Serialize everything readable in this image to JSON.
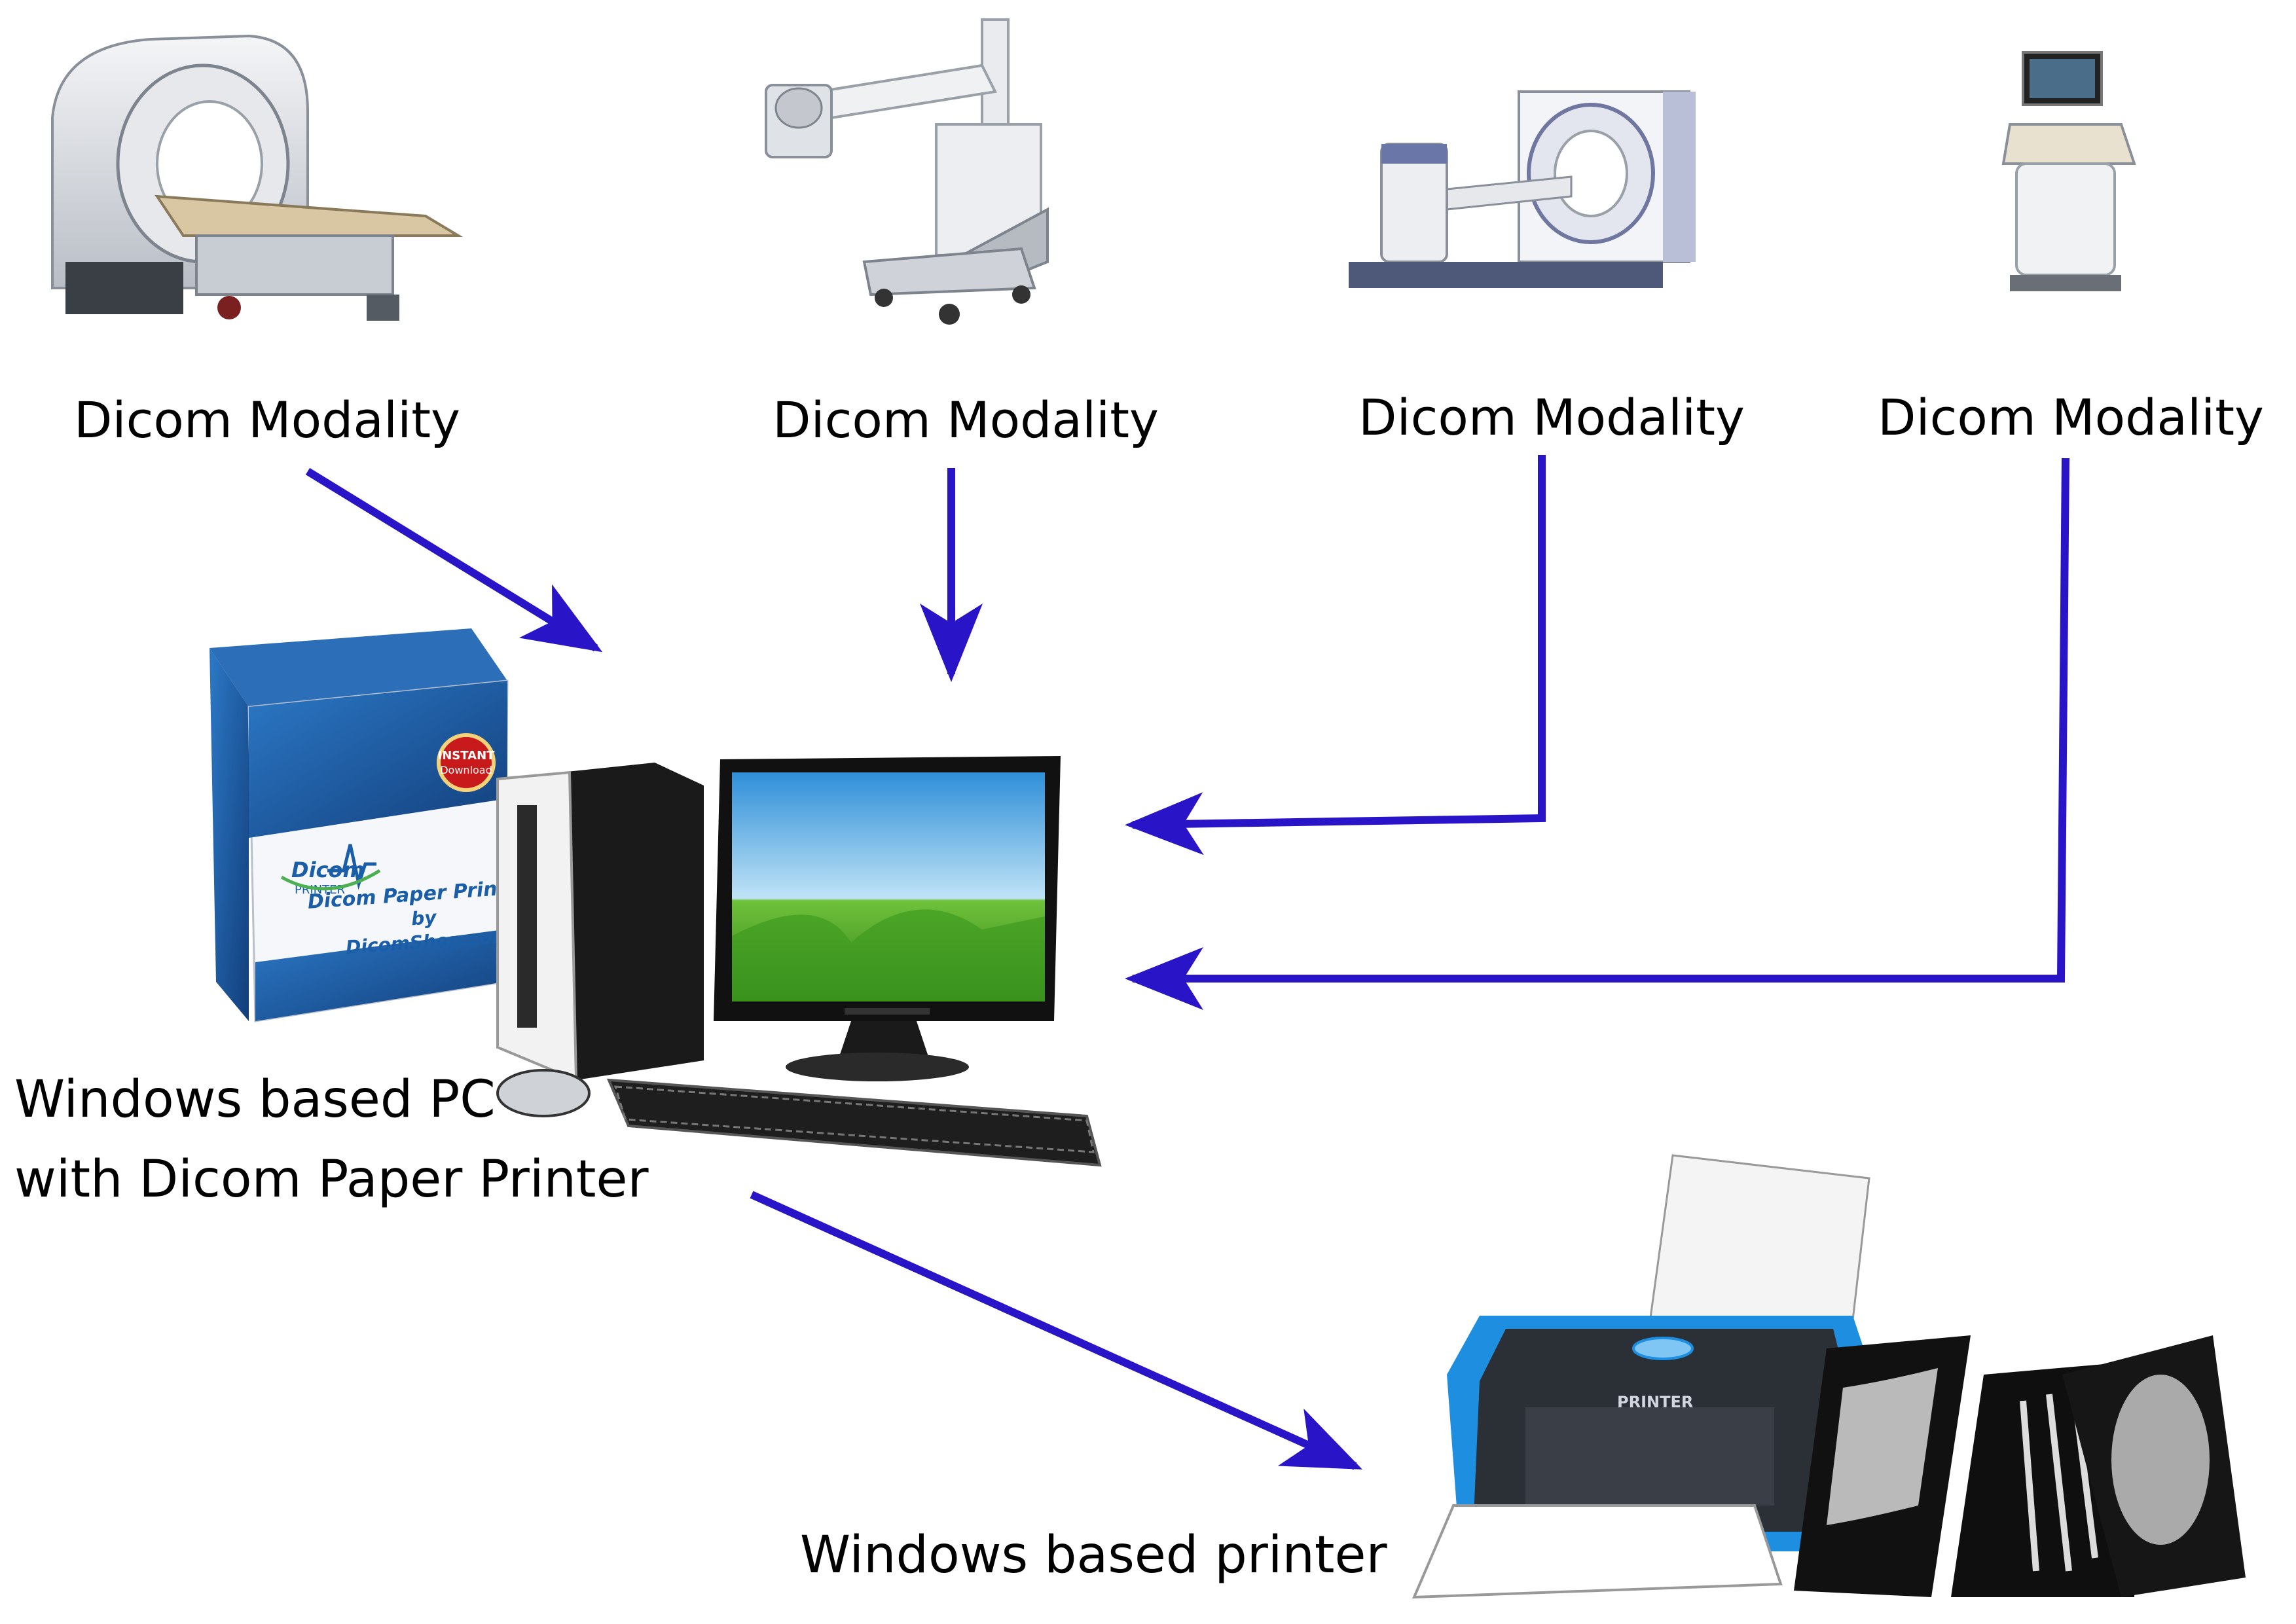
{
  "modalities": [
    {
      "id": "mri",
      "label": "Dicom Modality",
      "icon": "mri-scanner-icon"
    },
    {
      "id": "xray",
      "label": "Dicom Modality",
      "icon": "mobile-xray-icon"
    },
    {
      "id": "ct",
      "label": "Dicom Modality",
      "icon": "ct-scanner-icon"
    },
    {
      "id": "ultrasound",
      "label": "Dicom Modality",
      "icon": "ultrasound-machine-icon"
    }
  ],
  "pc": {
    "label_line1": "Windows based PC",
    "label_line2": "with Dicom Paper Printer",
    "icon": "desktop-computer-icon"
  },
  "software_box": {
    "brand_top": "Dicom",
    "brand_bottom": "PRINTER",
    "title": "Dicom Paper Printer",
    "by": "by",
    "vendor": "DicomShop.com",
    "seal_line1": "INSTANT",
    "seal_line2": "Download",
    "icon": "software-box-icon"
  },
  "printer": {
    "label": "Windows based printer",
    "brand": "PRINTER",
    "icon": "printer-icon"
  },
  "colors": {
    "arrow": "#2a14c8",
    "box_blue": "#1b5ea8",
    "printer_blue": "#1e8ee0"
  }
}
